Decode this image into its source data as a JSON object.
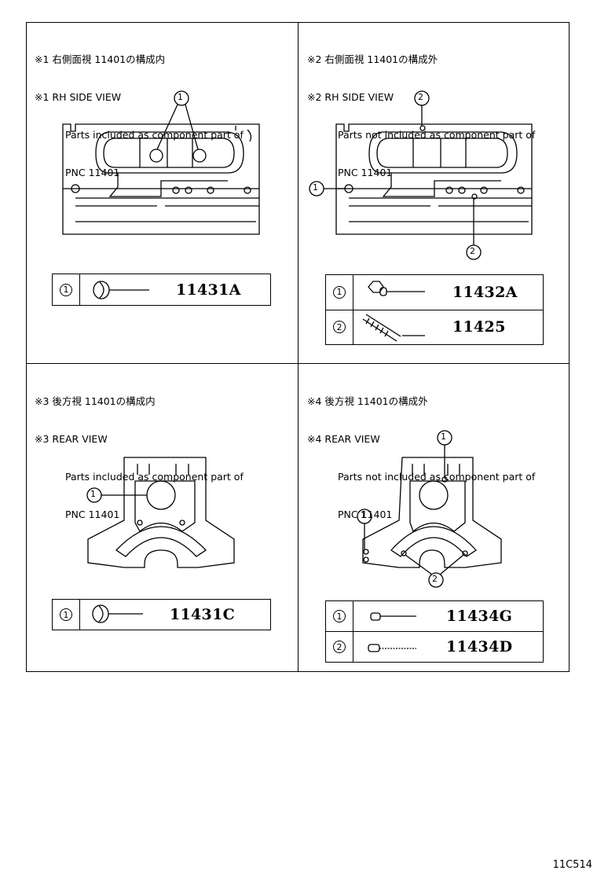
{
  "panels": [
    {
      "lines": [
        "※1 右側面視 11401の構成内",
        "※1 RH SIDE VIEW",
        "Parts included as component part of",
        "PNC 11401"
      ],
      "parts": [
        {
          "index": "1",
          "number": "11431A"
        }
      ]
    },
    {
      "lines": [
        "※2 右側面視 11401の構成外",
        "※2 RH SIDE VIEW",
        "Parts not included as component part of",
        "PNC 11401"
      ],
      "parts": [
        {
          "index": "1",
          "number": "11432A"
        },
        {
          "index": "2",
          "number": "11425"
        }
      ]
    },
    {
      "lines": [
        "※3 後方視 11401の構成内",
        "※3 REAR VIEW",
        "Parts included as component part of",
        "PNC 11401"
      ],
      "parts": [
        {
          "index": "1",
          "number": "11431C"
        }
      ]
    },
    {
      "lines": [
        "※4 後方視 11401の構成外",
        "※4 REAR VIEW",
        "Parts not included as component part of",
        "PNC 11401"
      ],
      "parts": [
        {
          "index": "1",
          "number": "11434G"
        },
        {
          "index": "2",
          "number": "11434D"
        }
      ]
    }
  ],
  "callouts": {
    "one": "1",
    "two": "2"
  },
  "illustration_code": "11C514"
}
